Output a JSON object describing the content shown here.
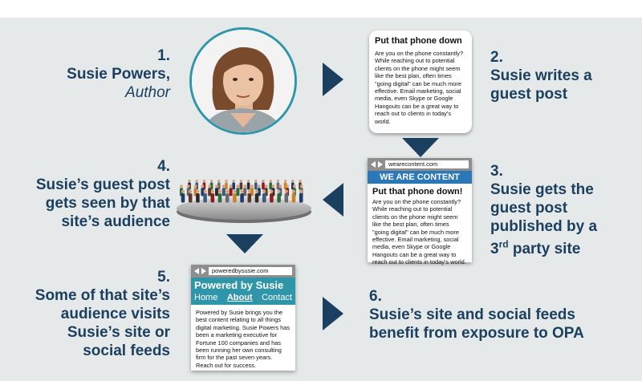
{
  "steps": {
    "s1": {
      "num": "1.",
      "line1": "Susie Powers,",
      "line2": "Author"
    },
    "s2": {
      "num": "2.",
      "line1": "Susie writes a",
      "line2": "guest post"
    },
    "s3": {
      "num": "3.",
      "line1": "Susie gets the",
      "line2": "guest post",
      "line3": "published by a",
      "line4_pre": "3",
      "line4_sup": "rd",
      "line4_post": " party site"
    },
    "s4": {
      "num": "4.",
      "line1": "Susie’s guest post",
      "line2": "gets seen by that",
      "line3": "site’s audience"
    },
    "s5": {
      "num": "5.",
      "line1": "Some of that site’s",
      "line2": "audience visits",
      "line3": "Susie’s site or",
      "line4": "social feeds"
    },
    "s6": {
      "num": "6.",
      "line1": "Susie’s site and social feeds",
      "line2": "benefit from exposure to OPA"
    }
  },
  "draft_card": {
    "title": "Put that phone down",
    "body": "Are you on the phone constantly? While reaching out to potential clients on the phone might seem like the best plan, often times \"going digital\" can be much more effective. Email marketing, social media, even Skype or Google Hangouts can be a great way to reach out to clients in today's world."
  },
  "published_card": {
    "url": "wearecontent.com",
    "banner": "WE ARE CONTENT",
    "title": "Put that phone down!",
    "body": "Are you on the phone constantly? While reaching out to potential clients on the phone might seem like the best plan, often times \"going digital\" can be much more effective. Email marketing, social media, even Skype or Google Hangouts can be a great way to reach out to clients in today's world."
  },
  "susie_site": {
    "url": "poweredbysusie.com",
    "banner": "Powered by Susie",
    "nav": [
      "Home",
      "About",
      "Contact"
    ],
    "body": "Powered by Susie brings you the best content relating to all things digital marketing. Susie Powers has been a marketing executive for Fortune 100 companies and has been running her own consulting firm for the past seven years. Reach out for success."
  },
  "colors": {
    "navy": "#1b3f5e",
    "teal": "#2f96a9",
    "content_blue": "#2a78b8",
    "gray_bar": "#8e8e8e"
  }
}
